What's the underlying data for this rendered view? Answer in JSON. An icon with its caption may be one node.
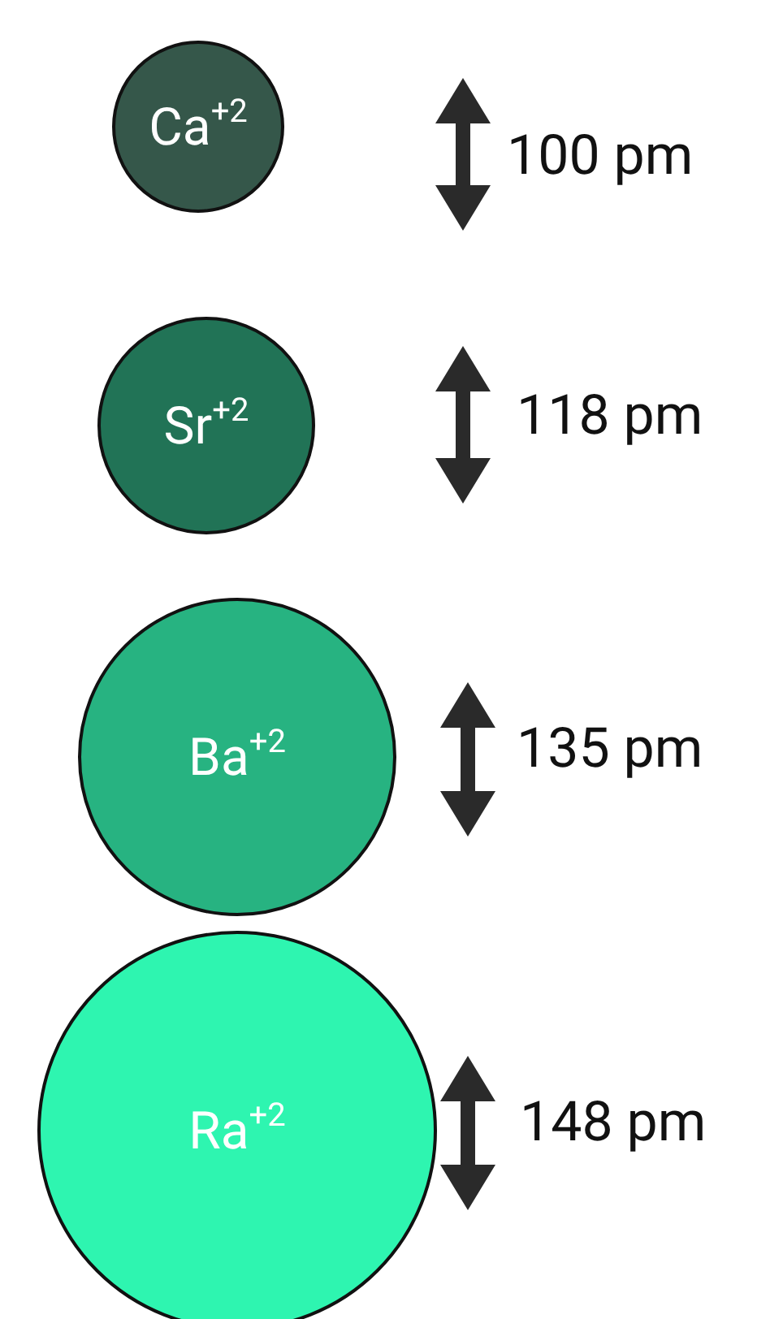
{
  "diagram": {
    "nodes": [
      {
        "text": [
          "Ca$^{+2}$"
        ]
      },
      {
        "text": [
          "Sr$^{+2}$"
        ]
      },
      {
        "text": [
          "Ba$^{+2}$"
        ]
      },
      {
        "text": [
          "Ra$^{+2}$"
        ]
      }
    ],
    "labels": [
      "100 pm",
      "118 pm",
      "135 pm",
      "148 pm"
    ]
  }
}
